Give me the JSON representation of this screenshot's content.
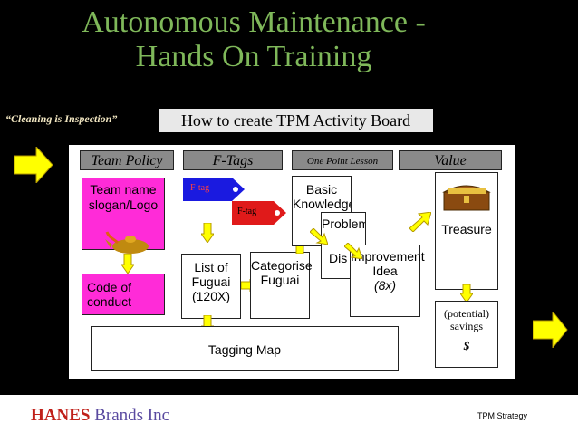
{
  "title_line1": "Autonomous Maintenance -",
  "title_line2": "Hands On Training",
  "subtitle": "“Cleaning is Inspection”",
  "howto": "How to create TPM Activity Board",
  "headers": [
    "Team Policy",
    "F-Tags",
    "One Point Lesson",
    "Value"
  ],
  "team_name": "Team name slogan/Logo",
  "code_of_conduct": "Code of conduct",
  "ftag_blue": "F-tag",
  "ftag_red": "F-tag",
  "list_of_fuguai": "List of Fuguai (120X)",
  "categorise": "Categorise Fuguai",
  "tagging_map": "Tagging Map",
  "basic_knowledge": "Basic Knowledge",
  "problem": "Problem",
  "discovery": "Dis",
  "improvement_idea": "Improvement Idea",
  "improvement_count": "(8x)",
  "treasure": "Treasure",
  "potential_savings": "(potential) savings",
  "dollar": "$",
  "company_brand": "HANES",
  "company_rest": "Brands Inc",
  "footer_right": "TPM Strategy",
  "colors": {
    "title": "#7fb85a",
    "arrow": "#ffff00",
    "tag_blue": "#1a1ae0",
    "tag_red": "#e01a1a",
    "magenta": "#ff2bd8"
  }
}
